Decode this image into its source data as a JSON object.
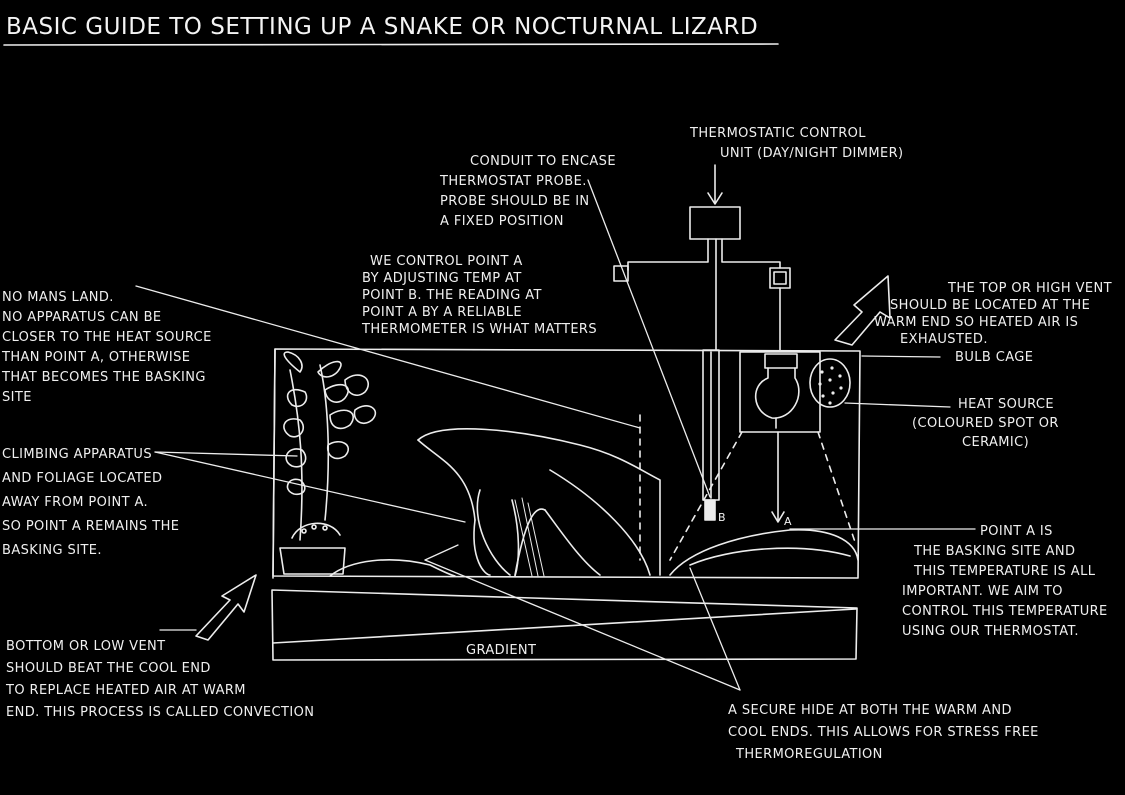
{
  "title": "BASIC GUIDE TO SETTING UP A SNAKE OR NOCTURNAL LIZARD",
  "labels": {
    "thermostat_unit": [
      "THERMOSTATIC CONTROL",
      "UNIT (DAY/NIGHT DIMMER)"
    ],
    "conduit": [
      "CONDUIT TO ENCASE",
      "THERMOSTAT PROBE.",
      "PROBE SHOULD BE IN",
      "A FIXED POSITION"
    ],
    "control_point": [
      "WE CONTROL POINT A",
      "BY ADJUSTING TEMP AT",
      "POINT B. THE READING AT",
      "POINT A BY A RELIABLE",
      "THERMOMETER IS WHAT MATTERS"
    ],
    "no_mans_land": [
      "NO MANS LAND.",
      "NO APPARATUS CAN BE",
      "CLOSER TO THE HEAT SOURCE",
      "THAN POINT A, OTHERWISE",
      "THAT BECOMES THE BASKING",
      "SITE"
    ],
    "climbing": [
      "CLIMBING APPARATUS",
      "AND FOLIAGE LOCATED",
      "AWAY FROM POINT A.",
      "SO POINT A REMAINS THE",
      "BASKING SITE."
    ],
    "low_vent": [
      "BOTTOM OR LOW VENT",
      "SHOULD BEAT THE COOL END",
      "TO REPLACE HEATED AIR AT WARM",
      "END. THIS PROCESS IS CALLED CONVECTION"
    ],
    "high_vent": [
      "THE TOP OR HIGH VENT",
      "SHOULD BE LOCATED AT THE",
      "WARM END SO HEATED AIR IS",
      "EXHAUSTED."
    ],
    "bulb_cage": [
      "BULB CAGE"
    ],
    "heat_source": [
      "HEAT SOURCE",
      "(COLOURED SPOT OR",
      "CERAMIC)"
    ],
    "point_a": [
      "POINT A IS",
      "THE BASKING SITE AND",
      "THIS TEMPERATURE IS ALL",
      "IMPORTANT. WE AIM TO",
      "CONTROL THIS TEMPERATURE",
      "USING OUR THERMOSTAT."
    ],
    "secure_hide": [
      "A SECURE HIDE AT BOTH THE WARM AND",
      "COOL ENDS. THIS ALLOWS FOR STRESS FREE",
      "THERMOREGULATION"
    ],
    "gradient": [
      "GRADIENT"
    ],
    "marker_a": [
      "A"
    ],
    "marker_b": [
      "B"
    ]
  }
}
